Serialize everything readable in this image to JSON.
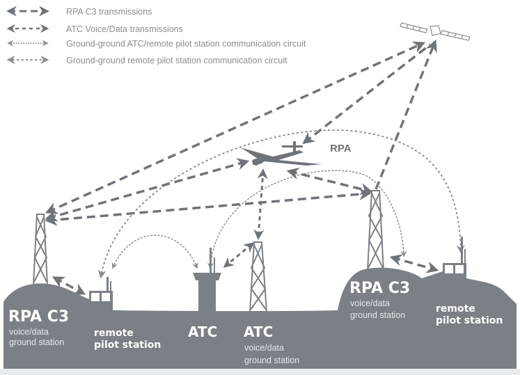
{
  "legend": [
    {
      "label": "RPA C3 transmissions",
      "style": "long-dash"
    },
    {
      "label": "ATC Voice/Data transmissions",
      "style": "short-dash"
    },
    {
      "label": "Ground-ground ATC/remote pilot station communication circuit",
      "style": "fine-dash"
    },
    {
      "label": "Ground-ground remote pilot station communication circuit",
      "style": "dotted"
    }
  ],
  "aircraft": {
    "label": "RPA"
  },
  "stations": {
    "left_c3": {
      "title": "RPA C3",
      "line1": "voice/data",
      "line2": "ground station"
    },
    "left_rps": {
      "line1": "remote",
      "line2": "pilot station"
    },
    "atc_tower": {
      "title": "ATC"
    },
    "atc_ground": {
      "title": "ATC",
      "line1": "voice/data",
      "line2": "ground station"
    },
    "right_c3": {
      "title": "RPA C3",
      "line1": "voice/data",
      "line2": "ground station"
    },
    "right_rps": {
      "line1": "remote",
      "line2": "pilot station"
    }
  },
  "colors": {
    "ground": "#7b8087",
    "line": "#6f747a",
    "legend_text": "#8a8d91"
  }
}
